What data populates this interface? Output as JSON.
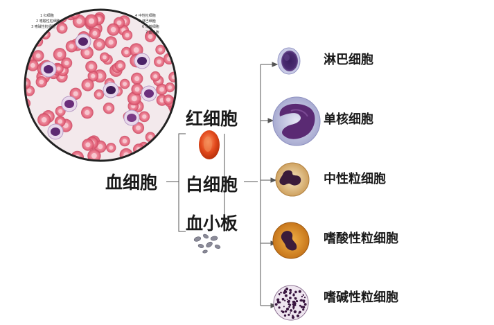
{
  "root_label": "血细胞",
  "branches": {
    "rbc": "红细胞",
    "wbc": "白细胞",
    "platelet": "血小板"
  },
  "wbc_types": {
    "lymphocyte": "淋巴细胞",
    "monocyte": "单核细胞",
    "neutrophil": "中性粒细胞",
    "eosinophil": "嗜酸性粒细胞",
    "basophil": "嗜碱性粒细胞"
  },
  "smear_labels": {
    "left_1": "1 红细胞",
    "left_2": "2 嗜酸性粒细胞",
    "left_3": "3 嗜碱性粒细胞",
    "right_1": "4 中性粒细胞",
    "right_2": "5 淋巴细胞",
    "right_3": "6 单核细胞",
    "right_4": "7 血小板"
  },
  "colors": {
    "rbc": "#e0687a",
    "line": "#555555"
  }
}
